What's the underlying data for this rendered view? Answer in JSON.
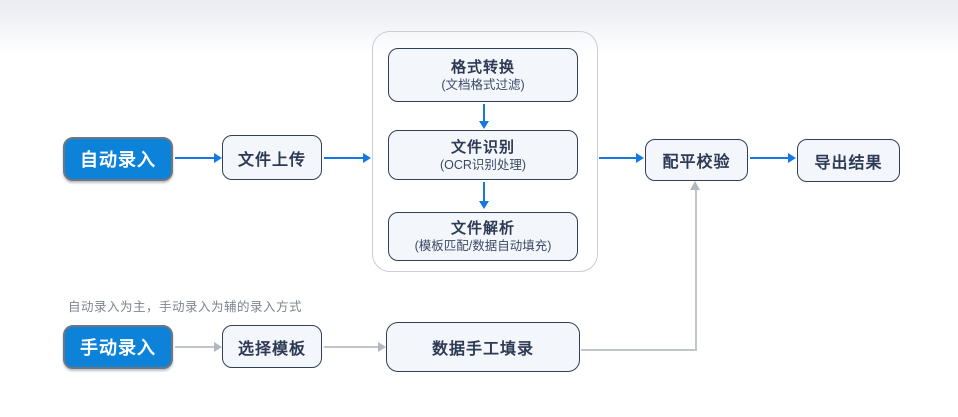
{
  "colors": {
    "primary_blue": "#0c82d8",
    "arrow_blue": "#1678e0",
    "node_border": "#333f54",
    "node_fill": "#f3f7fc",
    "node_text": "#2e3a54",
    "group_border": "#c9ced7",
    "gray_connector": "#c0c4cb",
    "caption_text": "#7d848e",
    "top_gradient": "#e9ebf2"
  },
  "flow_auto": {
    "start_label": "自动录入",
    "file_upload_label": "文件上传",
    "group_steps": [
      {
        "title": "格式转换",
        "subtitle": "(文档格式过滤)"
      },
      {
        "title": "文件识别",
        "subtitle": "(OCR识别处理)"
      },
      {
        "title": "文件解析",
        "subtitle": "(模板匹配/数据自动填充)"
      }
    ],
    "balance_check_label": "配平校验",
    "export_result_label": "导出结果"
  },
  "flow_manual": {
    "caption": "自动录入为主，手动录入为辅的录入方式",
    "start_label": "手动录入",
    "select_template_label": "选择模板",
    "manual_fill_label": "数据手工填录"
  }
}
